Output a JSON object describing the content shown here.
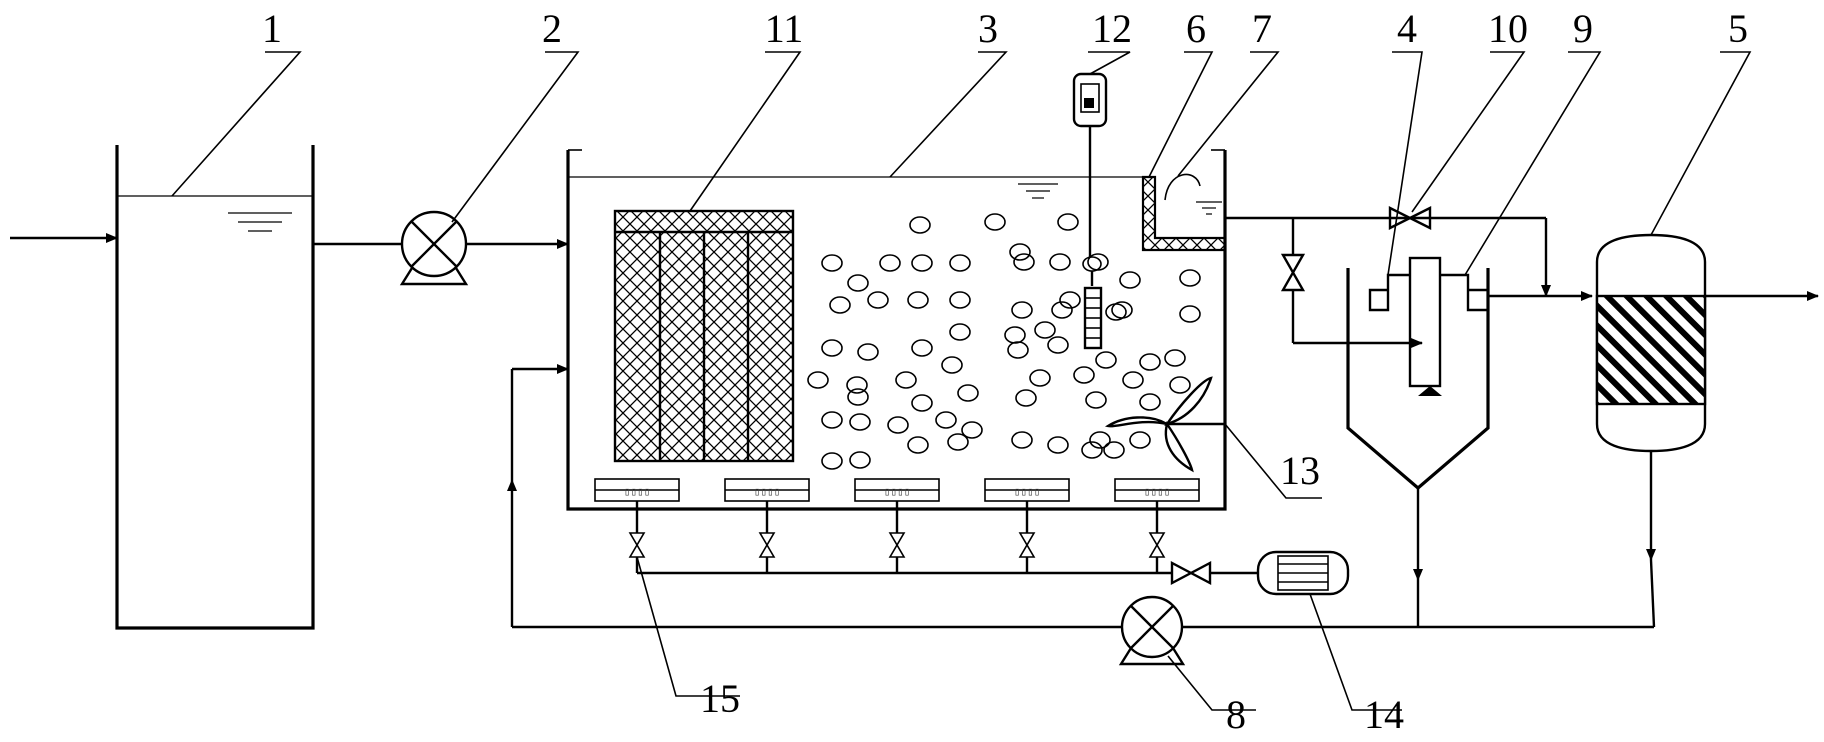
{
  "diagram": {
    "components": [
      {
        "id": "1",
        "label": "1"
      },
      {
        "id": "2",
        "label": "2"
      },
      {
        "id": "3",
        "label": "3"
      },
      {
        "id": "4",
        "label": "4"
      },
      {
        "id": "5",
        "label": "5"
      },
      {
        "id": "6",
        "label": "6"
      },
      {
        "id": "7",
        "label": "7"
      },
      {
        "id": "8",
        "label": "8"
      },
      {
        "id": "9",
        "label": "9"
      },
      {
        "id": "10",
        "label": "10"
      },
      {
        "id": "11",
        "label": "11"
      },
      {
        "id": "12",
        "label": "12"
      },
      {
        "id": "13",
        "label": "13"
      },
      {
        "id": "14",
        "label": "14"
      },
      {
        "id": "15",
        "label": "15"
      }
    ],
    "aerator_pads": [
      {
        "text": "▯▯▯▯"
      },
      {
        "text": "▯▯▯▯"
      },
      {
        "text": "▯▯▯▯"
      },
      {
        "text": "▯▯▯▯"
      },
      {
        "text": "▯▯▯▯"
      }
    ]
  }
}
